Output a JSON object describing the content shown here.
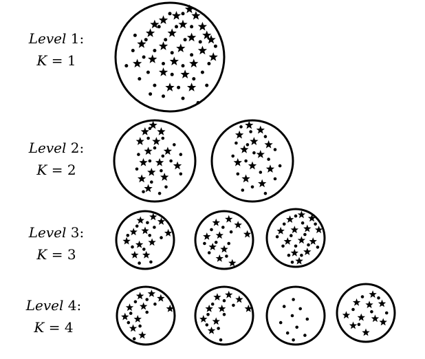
{
  "levels": [
    {
      "label_word": "Level",
      "label_number": "1:",
      "label_k": "K",
      "label_eq": "= 1",
      "clusters": [
        {
          "stars": [
            [
              0.68,
              0.06
            ],
            [
              0.56,
              0.12
            ],
            [
              0.74,
              0.12
            ],
            [
              0.44,
              0.16
            ],
            [
              0.62,
              0.2
            ],
            [
              0.8,
              0.22
            ],
            [
              0.32,
              0.28
            ],
            [
              0.52,
              0.28
            ],
            [
              0.7,
              0.32
            ],
            [
              0.88,
              0.34
            ],
            [
              0.24,
              0.38
            ],
            [
              0.44,
              0.4
            ],
            [
              0.6,
              0.42
            ],
            [
              0.8,
              0.44
            ],
            [
              0.34,
              0.52
            ],
            [
              0.54,
              0.54
            ],
            [
              0.72,
              0.56
            ],
            [
              0.9,
              0.5
            ],
            [
              0.44,
              0.64
            ],
            [
              0.64,
              0.66
            ],
            [
              0.5,
              0.78
            ],
            [
              0.7,
              0.78
            ],
            [
              0.2,
              0.56
            ],
            [
              0.36,
              0.2
            ],
            [
              0.84,
              0.3
            ]
          ],
          "dots": [
            [
              0.5,
              0.1
            ],
            [
              0.62,
              0.1
            ],
            [
              0.4,
              0.22
            ],
            [
              0.56,
              0.22
            ],
            [
              0.7,
              0.22
            ],
            [
              0.28,
              0.34
            ],
            [
              0.46,
              0.34
            ],
            [
              0.64,
              0.34
            ],
            [
              0.78,
              0.36
            ],
            [
              0.92,
              0.4
            ],
            [
              0.16,
              0.44
            ],
            [
              0.36,
              0.44
            ],
            [
              0.52,
              0.46
            ],
            [
              0.7,
              0.48
            ],
            [
              0.86,
              0.56
            ],
            [
              0.26,
              0.5
            ],
            [
              0.44,
              0.56
            ],
            [
              0.62,
              0.58
            ],
            [
              0.8,
              0.64
            ],
            [
              0.3,
              0.64
            ],
            [
              0.52,
              0.66
            ],
            [
              0.72,
              0.7
            ],
            [
              0.22,
              0.7
            ],
            [
              0.36,
              0.76
            ],
            [
              0.58,
              0.78
            ],
            [
              0.84,
              0.76
            ],
            [
              0.44,
              0.86
            ],
            [
              0.62,
              0.88
            ],
            [
              0.32,
              0.84
            ],
            [
              0.76,
              0.92
            ],
            [
              0.1,
              0.58
            ],
            [
              0.18,
              0.3
            ]
          ]
        }
      ]
    },
    {
      "label_word": "Level",
      "label_number": "2:",
      "label_k": "K",
      "label_eq": "= 2",
      "clusters": [
        {
          "stars": [
            [
              0.48,
              0.06
            ],
            [
              0.38,
              0.14
            ],
            [
              0.58,
              0.14
            ],
            [
              0.32,
              0.26
            ],
            [
              0.52,
              0.26
            ],
            [
              0.42,
              0.38
            ],
            [
              0.66,
              0.38
            ],
            [
              0.36,
              0.52
            ],
            [
              0.56,
              0.52
            ],
            [
              0.78,
              0.56
            ],
            [
              0.46,
              0.64
            ],
            [
              0.34,
              0.72
            ],
            [
              0.62,
              0.7
            ],
            [
              0.42,
              0.84
            ]
          ],
          "dots": [
            [
              0.44,
              0.1
            ],
            [
              0.6,
              0.22
            ],
            [
              0.42,
              0.22
            ],
            [
              0.74,
              0.3
            ],
            [
              0.5,
              0.34
            ],
            [
              0.3,
              0.42
            ],
            [
              0.6,
              0.44
            ],
            [
              0.82,
              0.42
            ],
            [
              0.44,
              0.5
            ],
            [
              0.7,
              0.5
            ],
            [
              0.28,
              0.6
            ],
            [
              0.58,
              0.62
            ],
            [
              0.82,
              0.66
            ],
            [
              0.46,
              0.76
            ],
            [
              0.64,
              0.82
            ],
            [
              0.36,
              0.88
            ],
            [
              0.56,
              0.9
            ]
          ]
        },
        {
          "stars": [
            [
              0.46,
              0.06
            ],
            [
              0.6,
              0.12
            ],
            [
              0.34,
              0.18
            ],
            [
              0.52,
              0.26
            ],
            [
              0.7,
              0.3
            ],
            [
              0.4,
              0.36
            ],
            [
              0.6,
              0.42
            ],
            [
              0.32,
              0.52
            ],
            [
              0.5,
              0.56
            ],
            [
              0.72,
              0.6
            ],
            [
              0.42,
              0.72
            ],
            [
              0.62,
              0.78
            ]
          ],
          "dots": [
            [
              0.36,
              0.08
            ],
            [
              0.48,
              0.14
            ],
            [
              0.3,
              0.28
            ],
            [
              0.66,
              0.2
            ],
            [
              0.44,
              0.3
            ],
            [
              0.78,
              0.36
            ],
            [
              0.52,
              0.4
            ],
            [
              0.26,
              0.44
            ],
            [
              0.7,
              0.48
            ],
            [
              0.42,
              0.5
            ],
            [
              0.84,
              0.56
            ],
            [
              0.6,
              0.64
            ],
            [
              0.32,
              0.66
            ],
            [
              0.78,
              0.72
            ],
            [
              0.5,
              0.82
            ],
            [
              0.38,
              0.86
            ],
            [
              0.66,
              0.9
            ]
          ]
        }
      ]
    },
    {
      "label_word": "Level",
      "label_number": "3:",
      "label_k": "K",
      "label_eq": "= 3",
      "clusters": [
        {
          "stars": [
            [
              0.42,
              0.16
            ],
            [
              0.64,
              0.1
            ],
            [
              0.78,
              0.18
            ],
            [
              0.3,
              0.36
            ],
            [
              0.5,
              0.34
            ],
            [
              0.9,
              0.38
            ],
            [
              0.18,
              0.52
            ],
            [
              0.4,
              0.58
            ],
            [
              0.62,
              0.54
            ],
            [
              0.32,
              0.76
            ],
            [
              0.52,
              0.76
            ]
          ],
          "dots": [
            [
              0.54,
              0.2
            ],
            [
              0.36,
              0.26
            ],
            [
              0.66,
              0.28
            ],
            [
              0.2,
              0.42
            ],
            [
              0.58,
              0.42
            ],
            [
              0.78,
              0.46
            ],
            [
              0.28,
              0.62
            ],
            [
              0.48,
              0.66
            ],
            [
              0.4,
              0.9
            ],
            [
              0.6,
              0.88
            ]
          ]
        },
        {
          "stars": [
            [
              0.36,
              0.2
            ],
            [
              0.58,
              0.14
            ],
            [
              0.74,
              0.24
            ],
            [
              0.2,
              0.44
            ],
            [
              0.42,
              0.42
            ],
            [
              0.9,
              0.4
            ],
            [
              0.3,
              0.62
            ],
            [
              0.5,
              0.66
            ],
            [
              0.42,
              0.82
            ],
            [
              0.64,
              0.9
            ]
          ],
          "dots": [
            [
              0.48,
              0.28
            ],
            [
              0.28,
              0.32
            ],
            [
              0.62,
              0.36
            ],
            [
              0.16,
              0.56
            ],
            [
              0.36,
              0.54
            ],
            [
              0.58,
              0.56
            ],
            [
              0.24,
              0.72
            ],
            [
              0.54,
              0.78
            ]
          ]
        },
        {
          "stars": [
            [
              0.4,
              0.18
            ],
            [
              0.6,
              0.1
            ],
            [
              0.78,
              0.16
            ],
            [
              0.24,
              0.38
            ],
            [
              0.48,
              0.36
            ],
            [
              0.7,
              0.34
            ],
            [
              0.9,
              0.36
            ],
            [
              0.36,
              0.56
            ],
            [
              0.6,
              0.54
            ],
            [
              0.8,
              0.56
            ],
            [
              0.48,
              0.76
            ],
            [
              0.7,
              0.74
            ],
            [
              0.56,
              0.9
            ]
          ],
          "dots": [
            [
              0.5,
              0.12
            ],
            [
              0.3,
              0.26
            ],
            [
              0.62,
              0.24
            ],
            [
              0.84,
              0.26
            ],
            [
              0.18,
              0.48
            ],
            [
              0.42,
              0.46
            ],
            [
              0.66,
              0.44
            ],
            [
              0.28,
              0.64
            ],
            [
              0.5,
              0.64
            ],
            [
              0.72,
              0.62
            ],
            [
              0.88,
              0.66
            ],
            [
              0.38,
              0.8
            ],
            [
              0.6,
              0.8
            ],
            [
              0.44,
              0.92
            ]
          ]
        }
      ]
    },
    {
      "label_word": "Level",
      "label_number": "4:",
      "label_k": "K",
      "label_eq": "= 4",
      "clusters": [
        {
          "stars": [
            [
              0.4,
              0.16
            ],
            [
              0.6,
              0.12
            ],
            [
              0.76,
              0.2
            ],
            [
              0.22,
              0.36
            ],
            [
              0.46,
              0.34
            ],
            [
              0.92,
              0.38
            ],
            [
              0.14,
              0.52
            ],
            [
              0.36,
              0.56
            ],
            [
              0.28,
              0.72
            ],
            [
              0.44,
              0.84
            ]
          ],
          "dots": [
            [
              0.52,
              0.22
            ],
            [
              0.32,
              0.26
            ],
            [
              0.66,
              0.3
            ],
            [
              0.24,
              0.46
            ],
            [
              0.52,
              0.44
            ],
            [
              0.2,
              0.62
            ],
            [
              0.4,
              0.68
            ],
            [
              0.3,
              0.9
            ]
          ]
        },
        {
          "stars": [
            [
              0.38,
              0.18
            ],
            [
              0.58,
              0.14
            ],
            [
              0.76,
              0.22
            ],
            [
              0.24,
              0.38
            ],
            [
              0.46,
              0.38
            ],
            [
              0.92,
              0.38
            ],
            [
              0.14,
              0.56
            ],
            [
              0.36,
              0.6
            ],
            [
              0.28,
              0.76
            ]
          ],
          "dots": [
            [
              0.5,
              0.24
            ],
            [
              0.3,
              0.3
            ],
            [
              0.66,
              0.32
            ],
            [
              0.22,
              0.48
            ],
            [
              0.5,
              0.48
            ],
            [
              0.2,
              0.66
            ],
            [
              0.4,
              0.72
            ],
            [
              0.44,
              0.92
            ]
          ]
        },
        {
          "stars": [],
          "dots": [
            [
              0.46,
              0.22
            ],
            [
              0.3,
              0.34
            ],
            [
              0.58,
              0.38
            ],
            [
              0.44,
              0.5
            ],
            [
              0.7,
              0.56
            ],
            [
              0.24,
              0.62
            ],
            [
              0.52,
              0.7
            ],
            [
              0.36,
              0.8
            ],
            [
              0.66,
              0.84
            ],
            [
              0.46,
              0.92
            ]
          ]
        },
        {
          "stars": [
            [
              0.62,
              0.18
            ],
            [
              0.34,
              0.32
            ],
            [
              0.56,
              0.36
            ],
            [
              0.78,
              0.34
            ],
            [
              0.16,
              0.54
            ],
            [
              0.42,
              0.58
            ],
            [
              0.66,
              0.6
            ],
            [
              0.8,
              0.66
            ],
            [
              0.28,
              0.72
            ],
            [
              0.5,
              0.84
            ]
          ],
          "dots": [
            [
              0.44,
              0.22
            ],
            [
              0.72,
              0.24
            ],
            [
              0.28,
              0.44
            ],
            [
              0.6,
              0.48
            ],
            [
              0.86,
              0.5
            ],
            [
              0.38,
              0.7
            ]
          ]
        }
      ]
    }
  ]
}
